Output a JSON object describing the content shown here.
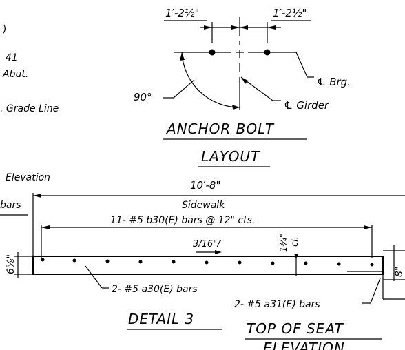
{
  "left_notes": {
    "line1": ")",
    "line2": "41",
    "line3": "Abut.",
    "line4": ". Grade Line",
    "line5": "Elevation",
    "line6": "bars"
  },
  "anchor_bolt": {
    "dim_left": "1′-2½\"",
    "dim_right": "1′-2½\"",
    "angle": "90°",
    "brg_label": "℄ Brg.",
    "girder_label": "℄ Girder",
    "title_line1": "ANCHOR BOLT",
    "title_line2": "LAYOUT"
  },
  "detail3": {
    "overall_dim": "10′-8\"",
    "sidewalk_label": "Sidewalk",
    "bars_label": "11- #5 b30(E) bars @ 12\" cts.",
    "slope_label": "3/16\"/′",
    "cl_dim": "1¾\"",
    "cl_label": "cl.",
    "thickness_dim": "6⅝\"",
    "a30_label": "2- #5 a30(E) bars",
    "a31_label": "2- #5 a31(E) bars",
    "right_dim": "8\"",
    "title": "DETAIL 3"
  },
  "top_of_seat": {
    "title": "TOP OF SEAT",
    "subtitle": "ELEVATION"
  }
}
